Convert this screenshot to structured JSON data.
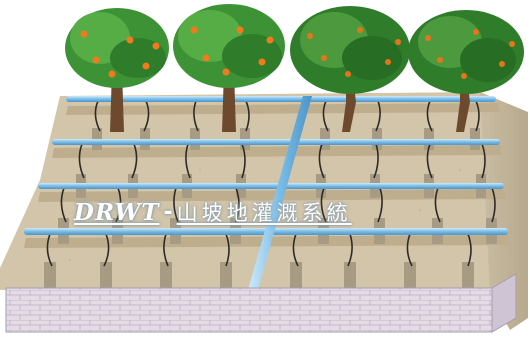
{
  "caption": {
    "brand": "DRWT",
    "separator": "-",
    "title_cn": "山坡地灌溉系統"
  },
  "colors": {
    "soil_top": "#d2c4a8",
    "soil_side": "#c6b79a",
    "brick": "#e2d9e5",
    "pipe": "#6fb3e0",
    "pipe_highlight": "#c9e8fb",
    "orange_fruit": "#f07a1c",
    "foliage": "#3f9a3a"
  },
  "illustration": {
    "terrace_rows": 4,
    "trees": 4,
    "tree_kinds": [
      "orange-tree",
      "orange-tree",
      "orange-tree",
      "orange-tree"
    ]
  }
}
